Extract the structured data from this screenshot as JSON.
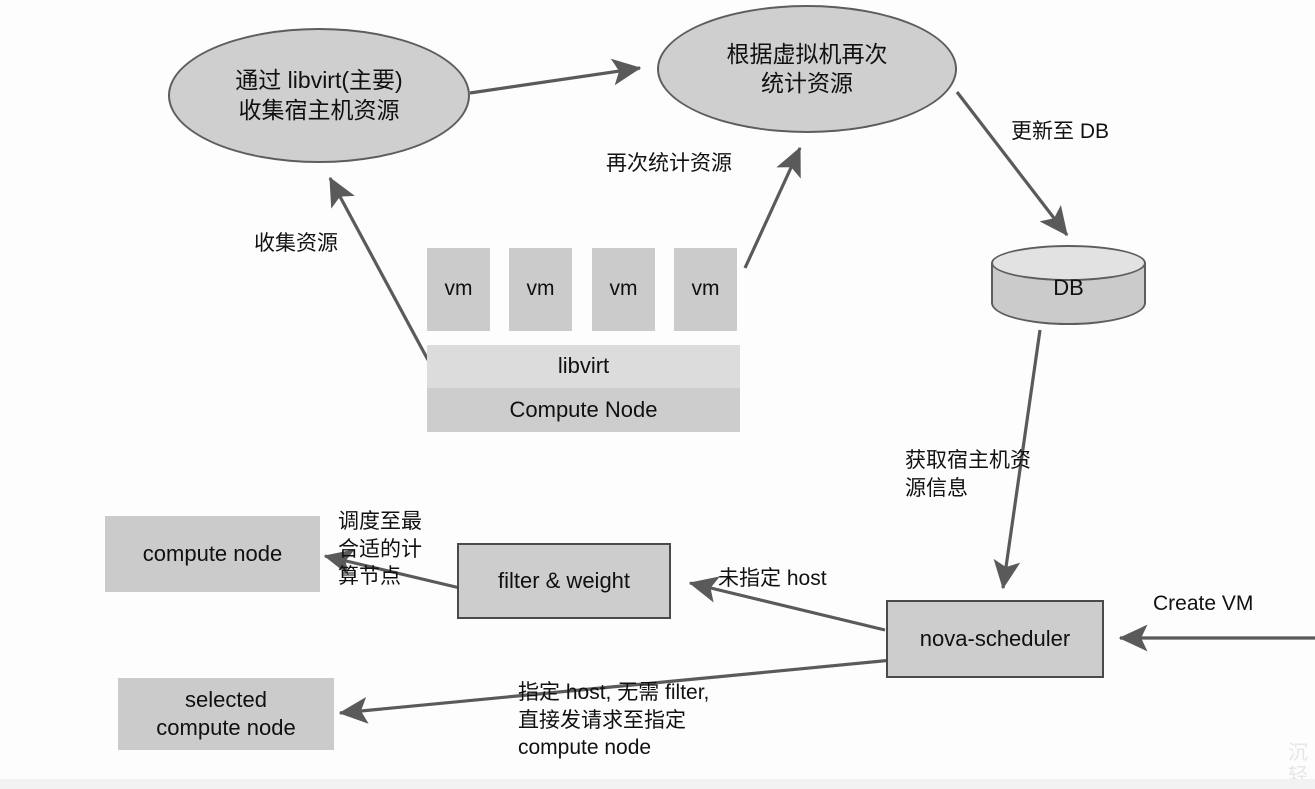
{
  "diagram": {
    "title": "OpenStack Nova resource collection and scheduling flow",
    "colors": {
      "node_fill": "#cdcdcd",
      "node_fill_light": "#dcdcdc",
      "node_stroke": "#4a4a4a",
      "edge_stroke": "#5a5a5a",
      "text": "#111111",
      "background": "#fdfdfd"
    },
    "nodes": {
      "collect_host_resource": "通过 libvirt(主要)\n收集宿主机资源",
      "recount_by_vm": "根据虚拟机再次\n统计资源",
      "db": "DB",
      "vm1": "vm",
      "vm2": "vm",
      "vm3": "vm",
      "vm4": "vm",
      "libvirt": "libvirt",
      "compute_node_band": "Compute Node",
      "compute_node_box": "compute node",
      "selected_compute_node": "selected\ncompute node",
      "filter_weight": "filter & weight",
      "nova_scheduler": "nova-scheduler"
    },
    "edge_labels": {
      "collect_resource": "收集资源",
      "recount_resource": "再次统计资源",
      "update_to_db": "更新至 DB",
      "fetch_host_resource_info": "获取宿主机资\n源信息",
      "create_vm": "Create VM",
      "host_not_specified": "未指定 host",
      "schedule_to_best_node": "调度至最\n合适的计\n算节点",
      "host_specified": "指定 host, 无需 filter,\n直接发请求至指定\ncompute node"
    },
    "watermark": "沉\n轻"
  }
}
